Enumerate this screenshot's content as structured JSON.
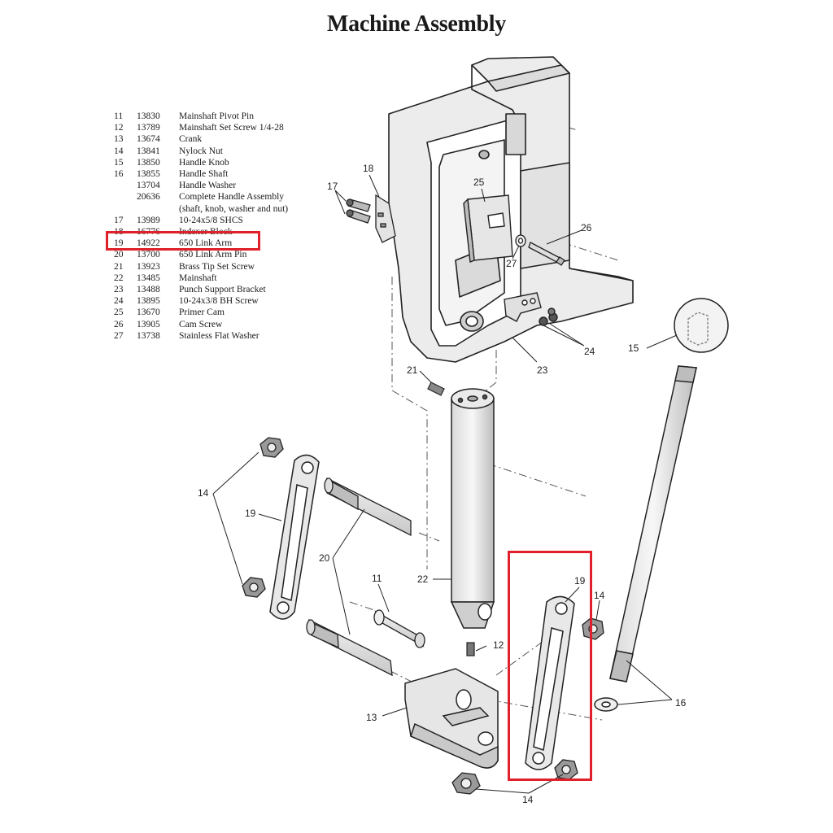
{
  "title": "Machine Assembly",
  "parts": [
    {
      "item": "11",
      "part": "13830",
      "desc": "Mainshaft Pivot Pin"
    },
    {
      "item": "12",
      "part": "13789",
      "desc": "Mainshaft Set Screw 1/4-28"
    },
    {
      "item": "13",
      "part": "13674",
      "desc": "Crank"
    },
    {
      "item": "14",
      "part": "13841",
      "desc": "Nylock Nut"
    },
    {
      "item": "15",
      "part": "13850",
      "desc": "Handle Knob"
    },
    {
      "item": "16",
      "part": "13855",
      "desc": "Handle Shaft"
    },
    {
      "item": "",
      "part": "13704",
      "desc": "Handle Washer"
    },
    {
      "item": "",
      "part": "20636",
      "desc": "Complete Handle Assembly"
    },
    {
      "item": "",
      "part": "",
      "desc": "(shaft, knob, washer and nut)"
    },
    {
      "item": "17",
      "part": "13989",
      "desc": "10-24x5/8 SHCS"
    },
    {
      "item": "18",
      "part": "16776",
      "desc": "Indexer Block"
    },
    {
      "item": "19",
      "part": "14922",
      "desc": "650 Link Arm"
    },
    {
      "item": "20",
      "part": "13700",
      "desc": "650 Link Arm Pin"
    },
    {
      "item": "21",
      "part": "13923",
      "desc": "Brass Tip Set Screw"
    },
    {
      "item": "22",
      "part": "13485",
      "desc": "Mainshaft"
    },
    {
      "item": "23",
      "part": "13488",
      "desc": "Punch Support Bracket"
    },
    {
      "item": "24",
      "part": "13895",
      "desc": "10-24x3/8 BH Screw"
    },
    {
      "item": "25",
      "part": "13670",
      "desc": "Primer Cam"
    },
    {
      "item": "26",
      "part": "13905",
      "desc": "Cam Screw"
    },
    {
      "item": "27",
      "part": "13738",
      "desc": "Stainless Flat Washer"
    }
  ],
  "callouts": {
    "c17": "17",
    "c18": "18",
    "c25": "25",
    "c26": "26",
    "c27": "27",
    "c24": "24",
    "c23": "23",
    "c15": "15",
    "c21": "21",
    "c14a": "14",
    "c19a": "19",
    "c20": "20",
    "c11": "11",
    "c22": "22",
    "c19b": "19",
    "c14b": "14",
    "c12": "12",
    "c13": "13",
    "c16": "16",
    "c14c": "14"
  },
  "highlight_color": "#e0202a"
}
